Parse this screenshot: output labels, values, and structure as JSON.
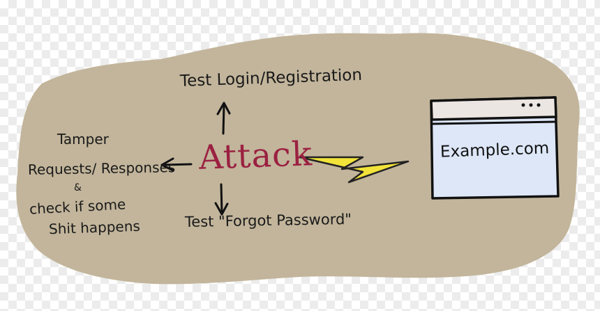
{
  "center": {
    "label": "Attack"
  },
  "branches": {
    "up": "Test Login/Registration",
    "down": "Test \"Forgot Password\"",
    "left": [
      "Tamper",
      "Requests/ Responses",
      "&",
      "check if some",
      "Shit happens"
    ]
  },
  "target": {
    "label": "Example.com"
  },
  "colors": {
    "blob": "#c2b59b",
    "attack_text": "#9b2142",
    "bolt": "#f2e33a",
    "window_content": "#dde7f8",
    "window_bar": "#ece6e2",
    "ink": "#1a1a1a"
  },
  "icons": [
    "arrow-up-icon",
    "arrow-down-icon",
    "arrow-left-icon",
    "lightning-bolt-icon",
    "browser-window-icon",
    "window-dots-icon"
  ]
}
